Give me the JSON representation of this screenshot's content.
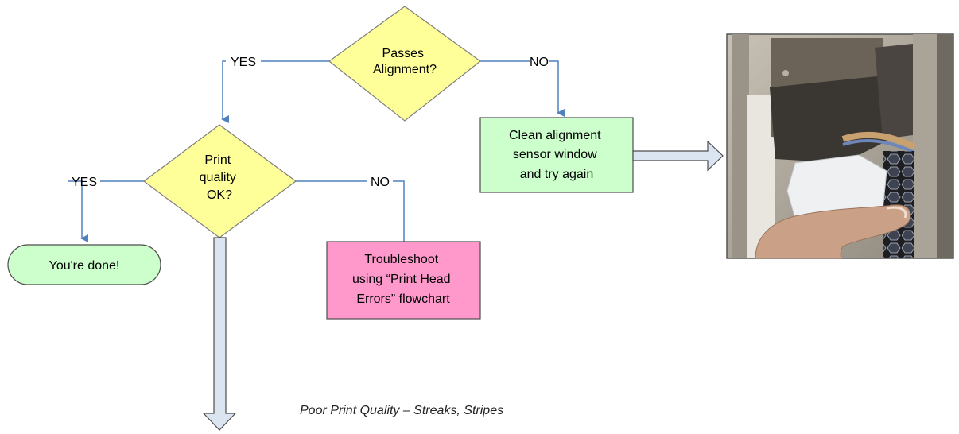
{
  "nodes": {
    "passes_alignment": {
      "lines": [
        "Passes",
        "Alignment?"
      ],
      "fill": "#ffff99"
    },
    "print_quality": {
      "lines": [
        "Print",
        "quality",
        "OK?"
      ],
      "fill": "#ffff99"
    },
    "clean_sensor": {
      "lines": [
        "Clean alignment",
        "sensor window",
        "and try again"
      ],
      "fill": "#ccffcc"
    },
    "done": {
      "lines": [
        "You're done!"
      ],
      "fill": "#ccffcc"
    },
    "troubleshoot": {
      "lines": [
        "Troubleshoot",
        "using “Print Head",
        "Errors” flowchart"
      ],
      "fill": "#ff99cc"
    }
  },
  "edge_labels": {
    "alignment_yes": "YES",
    "alignment_no": "NO",
    "quality_yes": "YES",
    "quality_no": "NO"
  },
  "caption": "Poor Print Quality – Streaks, Stripes",
  "colors": {
    "connector": "#4f81bd",
    "diamond_fill": "#ffff99",
    "green_fill": "#ccffcc",
    "pink_fill": "#ff99cc",
    "block_arrow_fill": "#dbe5f1"
  }
}
